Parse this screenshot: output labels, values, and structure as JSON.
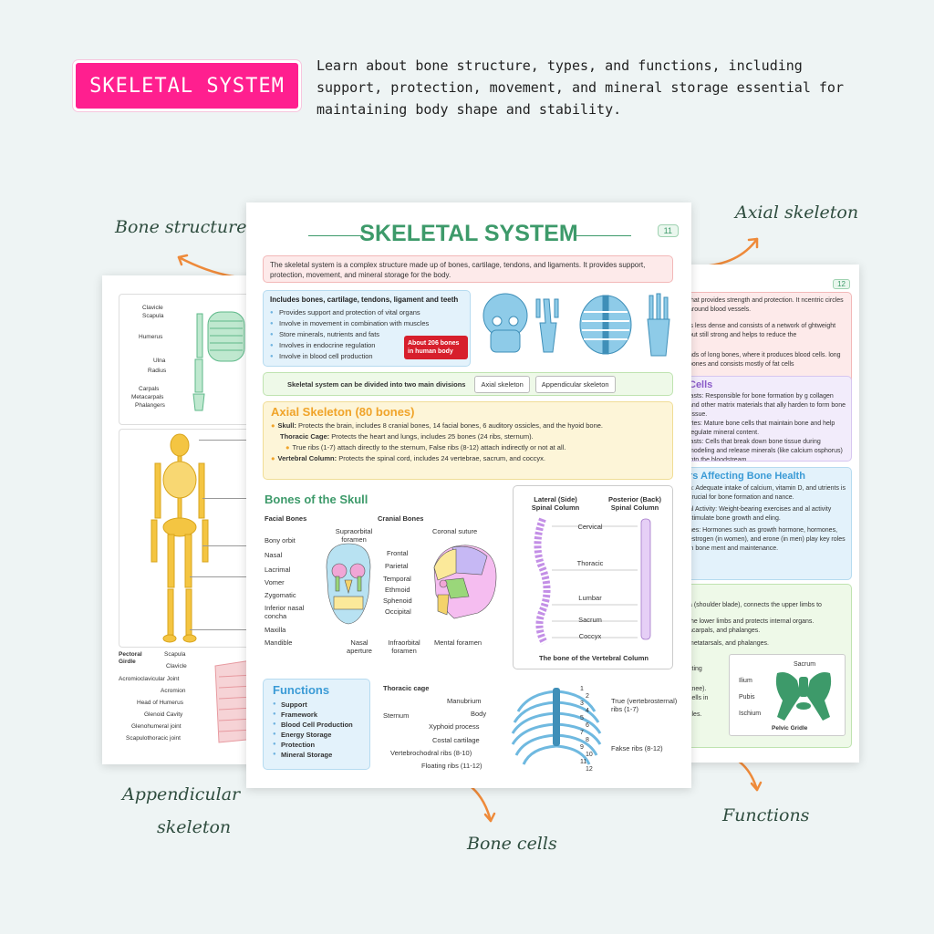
{
  "header": {
    "badge": "SKELETAL SYSTEM",
    "intro": "Learn about bone structure, types, and functions, including support, protection, movement, and mineral storage essential for maintaining body shape and stability."
  },
  "callouts": {
    "bone_structure": "Bone structure",
    "axial_skeleton": "Axial skeleton",
    "appendicular_1": "Appendicular",
    "appendicular_2": "skeleton",
    "bone_cells": "Bone cells",
    "functions": "Functions"
  },
  "main_sheet": {
    "title": "SKELETAL SYSTEM",
    "page": "11",
    "intro": "The skeletal system is a complex structure made up of bones, cartilage, tendons, and ligaments. It provides support, protection, movement, and mineral storage for the body.",
    "includes_title": "Includes bones, cartilage, tendons, ligament and teeth",
    "includes": [
      "Provides support and protection of vital organs",
      "Involve in movement in combination with muscles",
      "Store minerals, nutrients and fats",
      "Involves in endocrine regulation",
      "Involve in blood cell production"
    ],
    "bones_badge": "About 206 bones in human body",
    "divisions_text": "Skeletal system can be divided into two main divisions",
    "division_1": "Axial skeleton",
    "division_2": "Appendicular skeleton",
    "axial_title": "Axial Skeleton (80 bones)",
    "axial_skull_label": "Skull:",
    "axial_skull": "Protects the brain, includes 8 cranial bones, 14 facial bones, 6 auditory ossicles, and the hyoid bone.",
    "axial_thoracic_label": "Thoracic Cage:",
    "axial_thoracic": "Protects the heart and lungs, includes 25 bones (24 ribs, sternum).",
    "axial_ribs": "True ribs (1-7) attach directly to the sternum, False ribs (8-12) attach indirectly or not at all.",
    "axial_vertebral_label": "Vertebral Column:",
    "axial_vertebral": "Protects the spinal cord, includes 24 vertebrae, sacrum, and coccyx.",
    "skull_title": "Bones of the Skull",
    "facial_bones": "Facial Bones",
    "cranial_bones": "Cranial Bones",
    "skull_left_labels": [
      "Bony orbit",
      "Nasal",
      "Lacrimal",
      "Vomer",
      "Zygomatic",
      "Inferior nasal concha",
      "Maxilla",
      "Mandible"
    ],
    "skull_supraorbital": "Supraorbital foramen",
    "skull_nasal_aperture": "Nasal aperture",
    "skull_infraorbital": "Infraorbital foramen",
    "skull_coronal": "Coronal suture",
    "skull_mid_labels": [
      "Frontal",
      "Parietal",
      "Temporal",
      "Ethmoid",
      "Sphenoid",
      "Occipital"
    ],
    "skull_mental": "Mental foramen",
    "spine_lateral": "Lateral (Side) Spinal Column",
    "spine_posterior": "Posterior (Back) Spinal Column",
    "spine_regions": [
      "Cervical",
      "Thoracic",
      "Lumbar",
      "Sacrum",
      "Coccyx"
    ],
    "spine_caption": "The bone of the Vertebral Column",
    "functions_title": "Functions",
    "functions": [
      "Support",
      "Framework",
      "Blood Cell Production",
      "Energy Storage",
      "Protection",
      "Mineral Storage"
    ],
    "thoracic_title": "Thoracic cage",
    "thoracic_sternum": "Sternum",
    "thoracic_labels": [
      "Manubrium",
      "Body",
      "Xyphoid process",
      "Costal cartilage",
      "Vertebrochodral ribs (8-10)",
      "Floating ribs (11-12)"
    ],
    "thoracic_true": "True (vertebrosternal) ribs (1-7)",
    "thoracic_false": "Fakse ribs (8-12)",
    "rib_numbers": [
      "1",
      "2",
      "3",
      "4",
      "5",
      "6",
      "7",
      "8",
      "9",
      "10",
      "11",
      "12"
    ]
  },
  "left_sheet": {
    "arm_labels": [
      "Clavicle",
      "Scapula",
      "Humerus",
      "Ulna",
      "Radius",
      "Carpals",
      "Metacarpals",
      "Phalangers"
    ],
    "pectoral_title": "Pectoral Girdle",
    "pectoral_labels": [
      "Scapula",
      "Clavicle",
      "Acromioclavicular Joint",
      "Acromion",
      "Head of Humerus",
      "Glenoid Cavity",
      "Glenohumeral joint",
      "Scapulothoracic joint"
    ]
  },
  "right_sheet": {
    "page": "12",
    "block1": "that provides strength and protection. It ncentric circles around blood vessels.",
    "block1b": "is less dense and consists of a network of ghtweight but still strong and helps to reduce the",
    "block1c": "nds of long bones, where it produces blood cells. long bones and consists mostly of fat cells",
    "cells_title": "Cells",
    "cells_1": "lasts: Responsible for bone formation by g collagen and other matrix materials that ally harden to form bone tissue.",
    "cells_2": "ytes: Mature bone cells that maintain bone and help regulate mineral content.",
    "cells_3": "lasts: Cells that break down bone tissue during modeling and release minerals (like calcium osphorus) into the bloodstream.",
    "health_title": "rs Affecting Bone Health",
    "health_1": "n: Adequate intake of calcium, vitamin D, and utrients is crucial for bone formation and nance.",
    "health_2": "al Activity: Weight-bearing exercises and al activity stimulate bone growth and eling.",
    "health_3": "nes: Hormones such as growth hormone, hormones, estrogen (in women), and erone (in men) play key roles in bone ment and maintenance.",
    "green_1": "a (shoulder blade), connects the upper limbs to",
    "green_2": "the lower limbs and protects internal organs.",
    "green_3": "acarpals, and phalanges.",
    "green_4": "metatarsals, and phalanges.",
    "frag_1": "cting",
    "frag_2": "knee).",
    "frag_3": "cells in",
    "frag_4": "cles.",
    "pelvic_labels": [
      "Sacrum",
      "Ilium",
      "Pubis",
      "Ischium"
    ],
    "pelvic_title": "Pelvic Gridle"
  },
  "colors": {
    "badge_pink": "#ff1f8f",
    "green_title": "#3d9a6a",
    "arrow_orange": "#ee8a3a",
    "red_badge": "#d71f2c"
  }
}
